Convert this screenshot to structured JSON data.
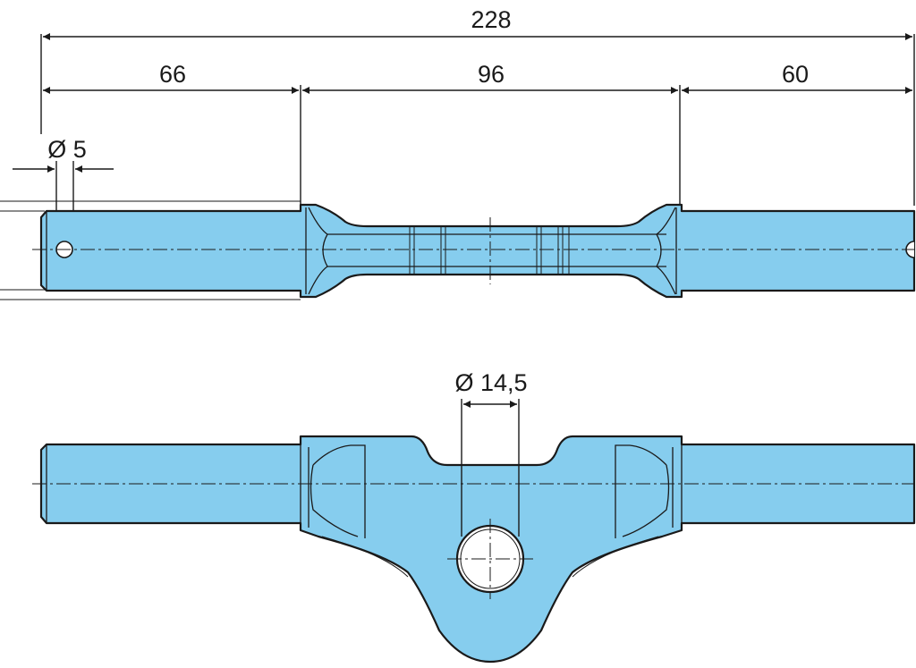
{
  "dimensions": {
    "overall_length": "228",
    "left_section": "66",
    "middle_section": "96",
    "right_section": "60",
    "pin_hole_diameter": "Ø 5",
    "bore_diameter": "Ø 14,5"
  },
  "colors": {
    "part_fill": "#86cdee",
    "line": "#1a1a1a",
    "background": "#ffffff"
  }
}
